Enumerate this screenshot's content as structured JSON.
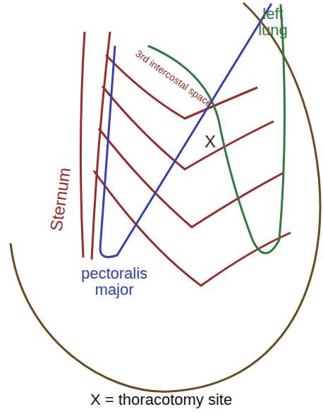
{
  "diagram": {
    "caption": "X = thoracotomy site",
    "labels": [
      "left lung",
      "3rd intercostal space",
      "Sternum",
      "pectoralis major",
      "X"
    ]
  }
}
